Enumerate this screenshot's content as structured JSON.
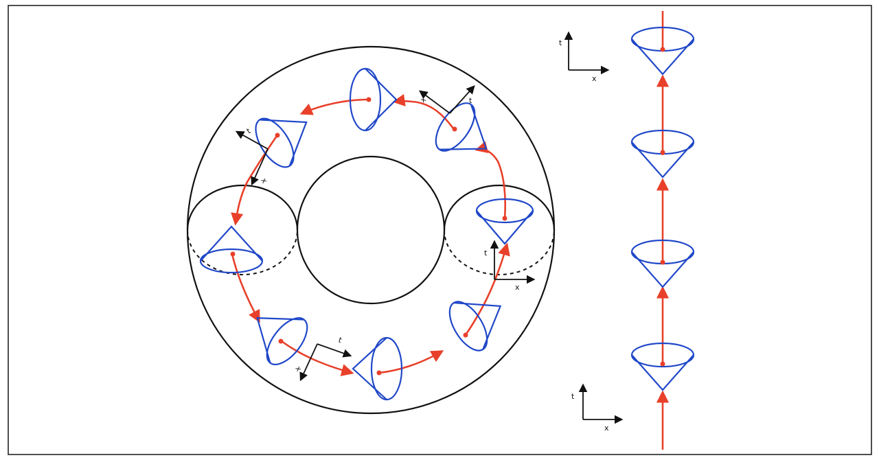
{
  "colors": {
    "outline": "#111111",
    "cone": "#1f47c8",
    "worldline": "#e8402a",
    "axes": "#111111"
  },
  "axes_labels": {
    "top_right": {
      "vertical": "t",
      "horizontal": "x"
    },
    "bottom_right": {
      "vertical": "t",
      "horizontal": "x"
    },
    "torus_right": {
      "vertical": "t",
      "horizontal": "x"
    },
    "torus_top_right": {
      "a": "t",
      "b": "x"
    },
    "torus_top_left": {
      "a": "t",
      "b": "x"
    },
    "torus_bottom": {
      "a": "t",
      "b": "x"
    }
  },
  "icons": {
    "cone": "light-cone-icon",
    "arrow": "arrowhead-icon"
  }
}
